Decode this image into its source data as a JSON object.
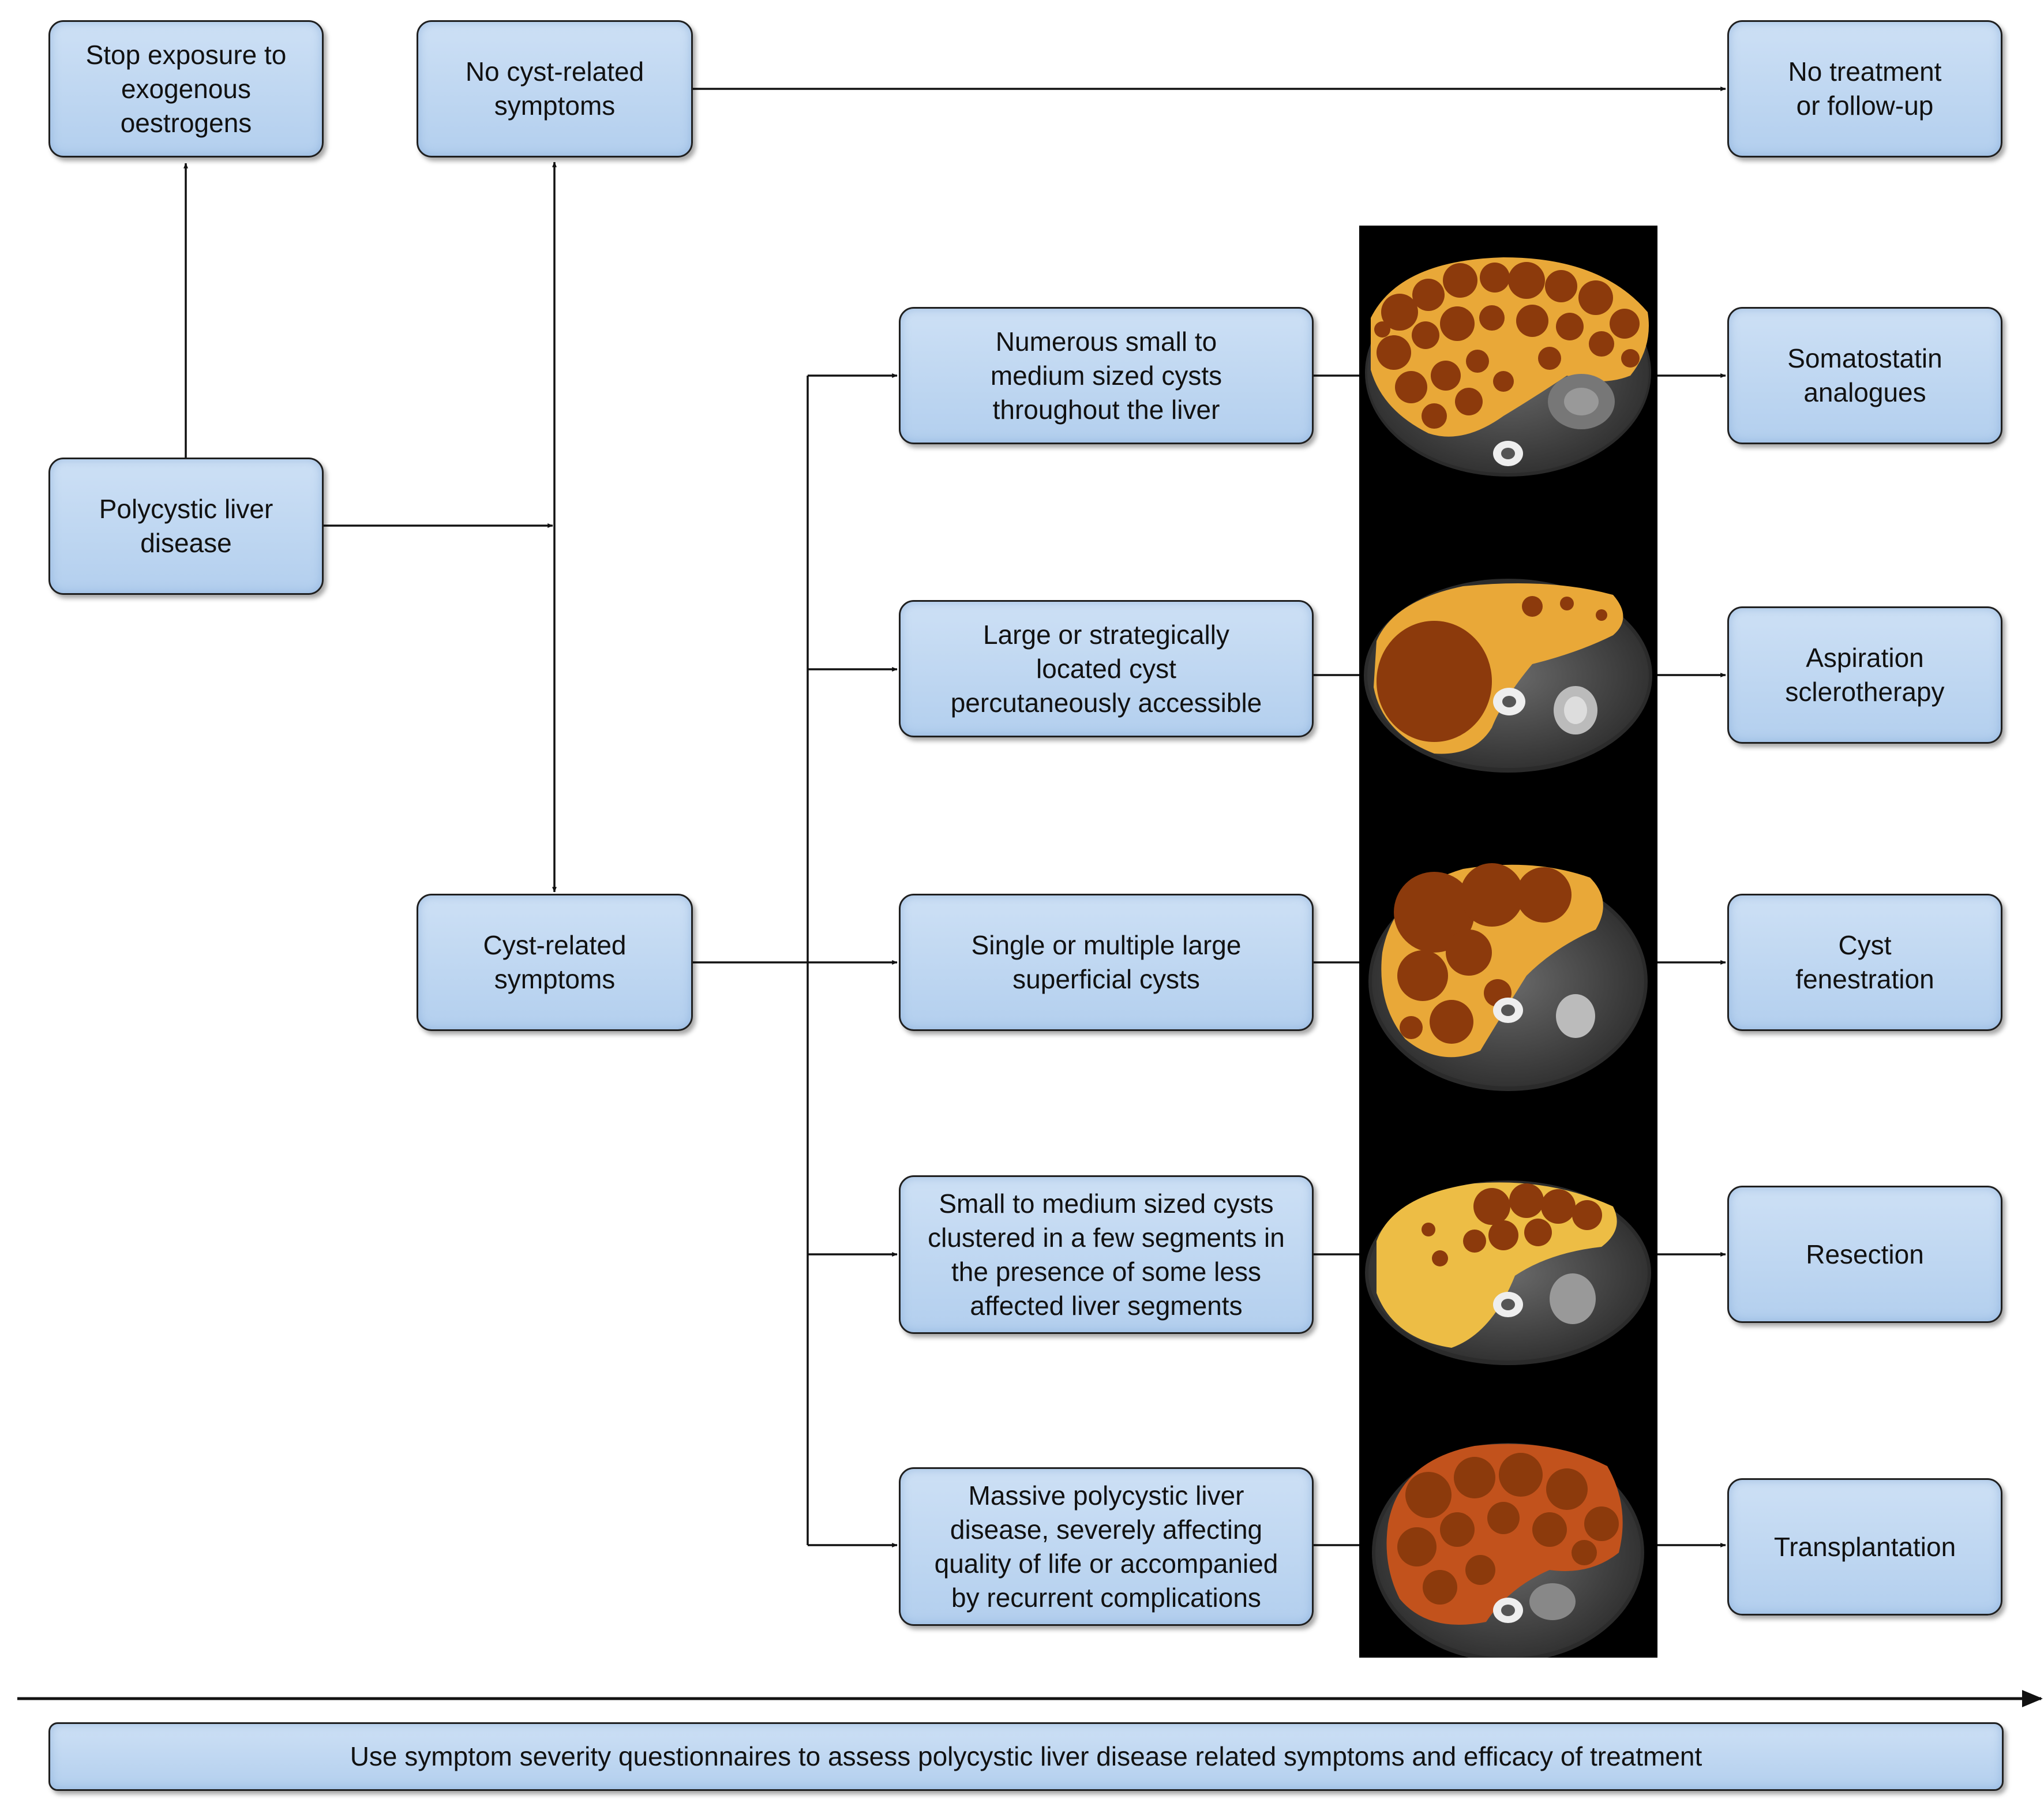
{
  "nodes": {
    "stop_exposure": "Stop exposure to\nexogenous\noestrogens",
    "no_symptoms": "No cyst-related\nsymptoms",
    "no_treatment": "No treatment\nor follow-up",
    "pld": "Polycystic liver\ndisease",
    "cyst_symptoms": "Cyst-related\nsymptoms",
    "numerous_small": "Numerous small to\nmedium sized cysts\nthroughout the liver",
    "large_strategic": "Large or strategically\nlocated cyst\npercutaneously accessible",
    "single_multiple": "Single or multiple large\nsuperficial cysts",
    "small_medium_clustered": "Small to medium sized cysts\nclustered in a few segments in\nthe presence of some less\naffected liver segments",
    "massive": "Massive polycystic liver\ndisease, severely affecting\nquality of life or accompanied\nby recurrent complications",
    "somatostatin": "Somatostatin\nanalogues",
    "aspiration": "Aspiration\nsclerotherapy",
    "fenestration": "Cyst\nfenestration",
    "resection": "Resection",
    "transplantation": "Transplantation"
  },
  "bottom_bar": "Use symptom severity questionnaires to assess polycystic liver disease related symptoms and efficacy of treatment",
  "colors": {
    "box_fill": "#c0d7f2",
    "box_border": "#1f1f1f",
    "cyst_dark": "#8c3a0c",
    "liver_parenchyma": "#e9a838",
    "scan_background": "#000000"
  }
}
